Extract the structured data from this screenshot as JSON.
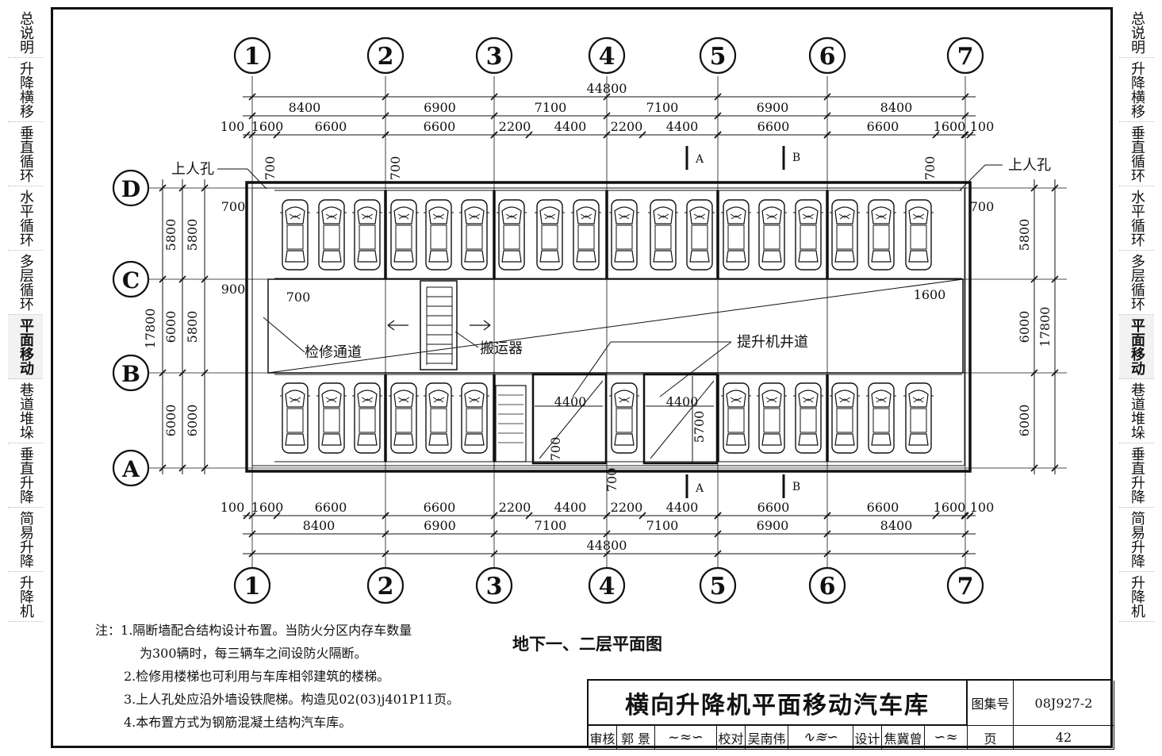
{
  "side_tabs": [
    {
      "label": "总说明",
      "active": false
    },
    {
      "label": "升降横移",
      "active": false
    },
    {
      "label": "垂直循环",
      "active": false
    },
    {
      "label": "水平循环",
      "active": false
    },
    {
      "label": "多层循环",
      "active": false
    },
    {
      "label": "平面移动",
      "active": true
    },
    {
      "label": "巷道堆垛",
      "active": false
    },
    {
      "label": "垂直升降",
      "active": false
    },
    {
      "label": "简易升降",
      "active": false
    },
    {
      "label": "升降机",
      "active": false
    }
  ],
  "axes": {
    "numbers": [
      "1",
      "2",
      "3",
      "4",
      "5",
      "6",
      "7"
    ],
    "letters": [
      "D",
      "C",
      "B",
      "A"
    ]
  },
  "dims": {
    "total": "44800",
    "top_row1": [
      "8400",
      "6900",
      "7100",
      "7100",
      "6900",
      "8400"
    ],
    "top_row2": [
      "100",
      "1600",
      "6600",
      "6600",
      "2200",
      "4400",
      "2200",
      "4400",
      "6600",
      "6600",
      "1600",
      "100"
    ],
    "bottom_row1": [
      "100",
      "1600",
      "6600",
      "6600",
      "2200",
      "4400",
      "2200",
      "4400",
      "6600",
      "6600",
      "1600",
      "100"
    ],
    "bottom_row2": [
      "8400",
      "6900",
      "7100",
      "7100",
      "6900",
      "8400"
    ],
    "left_outer": "17800",
    "left_mid": [
      "5800",
      "6000",
      "6000"
    ],
    "left_inner": [
      "5800",
      "5800",
      "6000"
    ],
    "right_outer": "17800",
    "right_inner": [
      "5800",
      "6000",
      "6000"
    ],
    "small": {
      "d700": "700",
      "d900": "900",
      "d1600": "1600",
      "d4400": "4400",
      "d5700": "5700"
    }
  },
  "labels": {
    "manhole": "上人孔",
    "service_passage": "检修通道",
    "carrier": "搬运器",
    "hoist_shaft": "提升机井道",
    "section_a": "A",
    "section_b": "B"
  },
  "notes": {
    "head": "注：",
    "items": [
      "1.隔断墙配合结构设计布置。当防火分区内存车数量",
      "为300辆时，每三辆车之间设防火隔断。",
      "2.检修用楼梯也可利用与车库相邻建筑的楼梯。",
      "3.上人孔处应沿外墙设铁爬梯。构造见02(03)j401P11页。",
      "4.本布置方式为钢筋混凝土结构汽车库。"
    ]
  },
  "plan_title": "地下一、二层平面图",
  "title_block": {
    "title": "横向升降机平面移动汽车库",
    "atlas_label": "图集号",
    "atlas_no": "08J927-2",
    "page_label": "页",
    "page_no": "42",
    "review_label": "审核",
    "reviewer": "郭 景",
    "check_label": "校对",
    "checker": "吴南伟",
    "design_label": "设计",
    "designer": "焦冀曾"
  }
}
